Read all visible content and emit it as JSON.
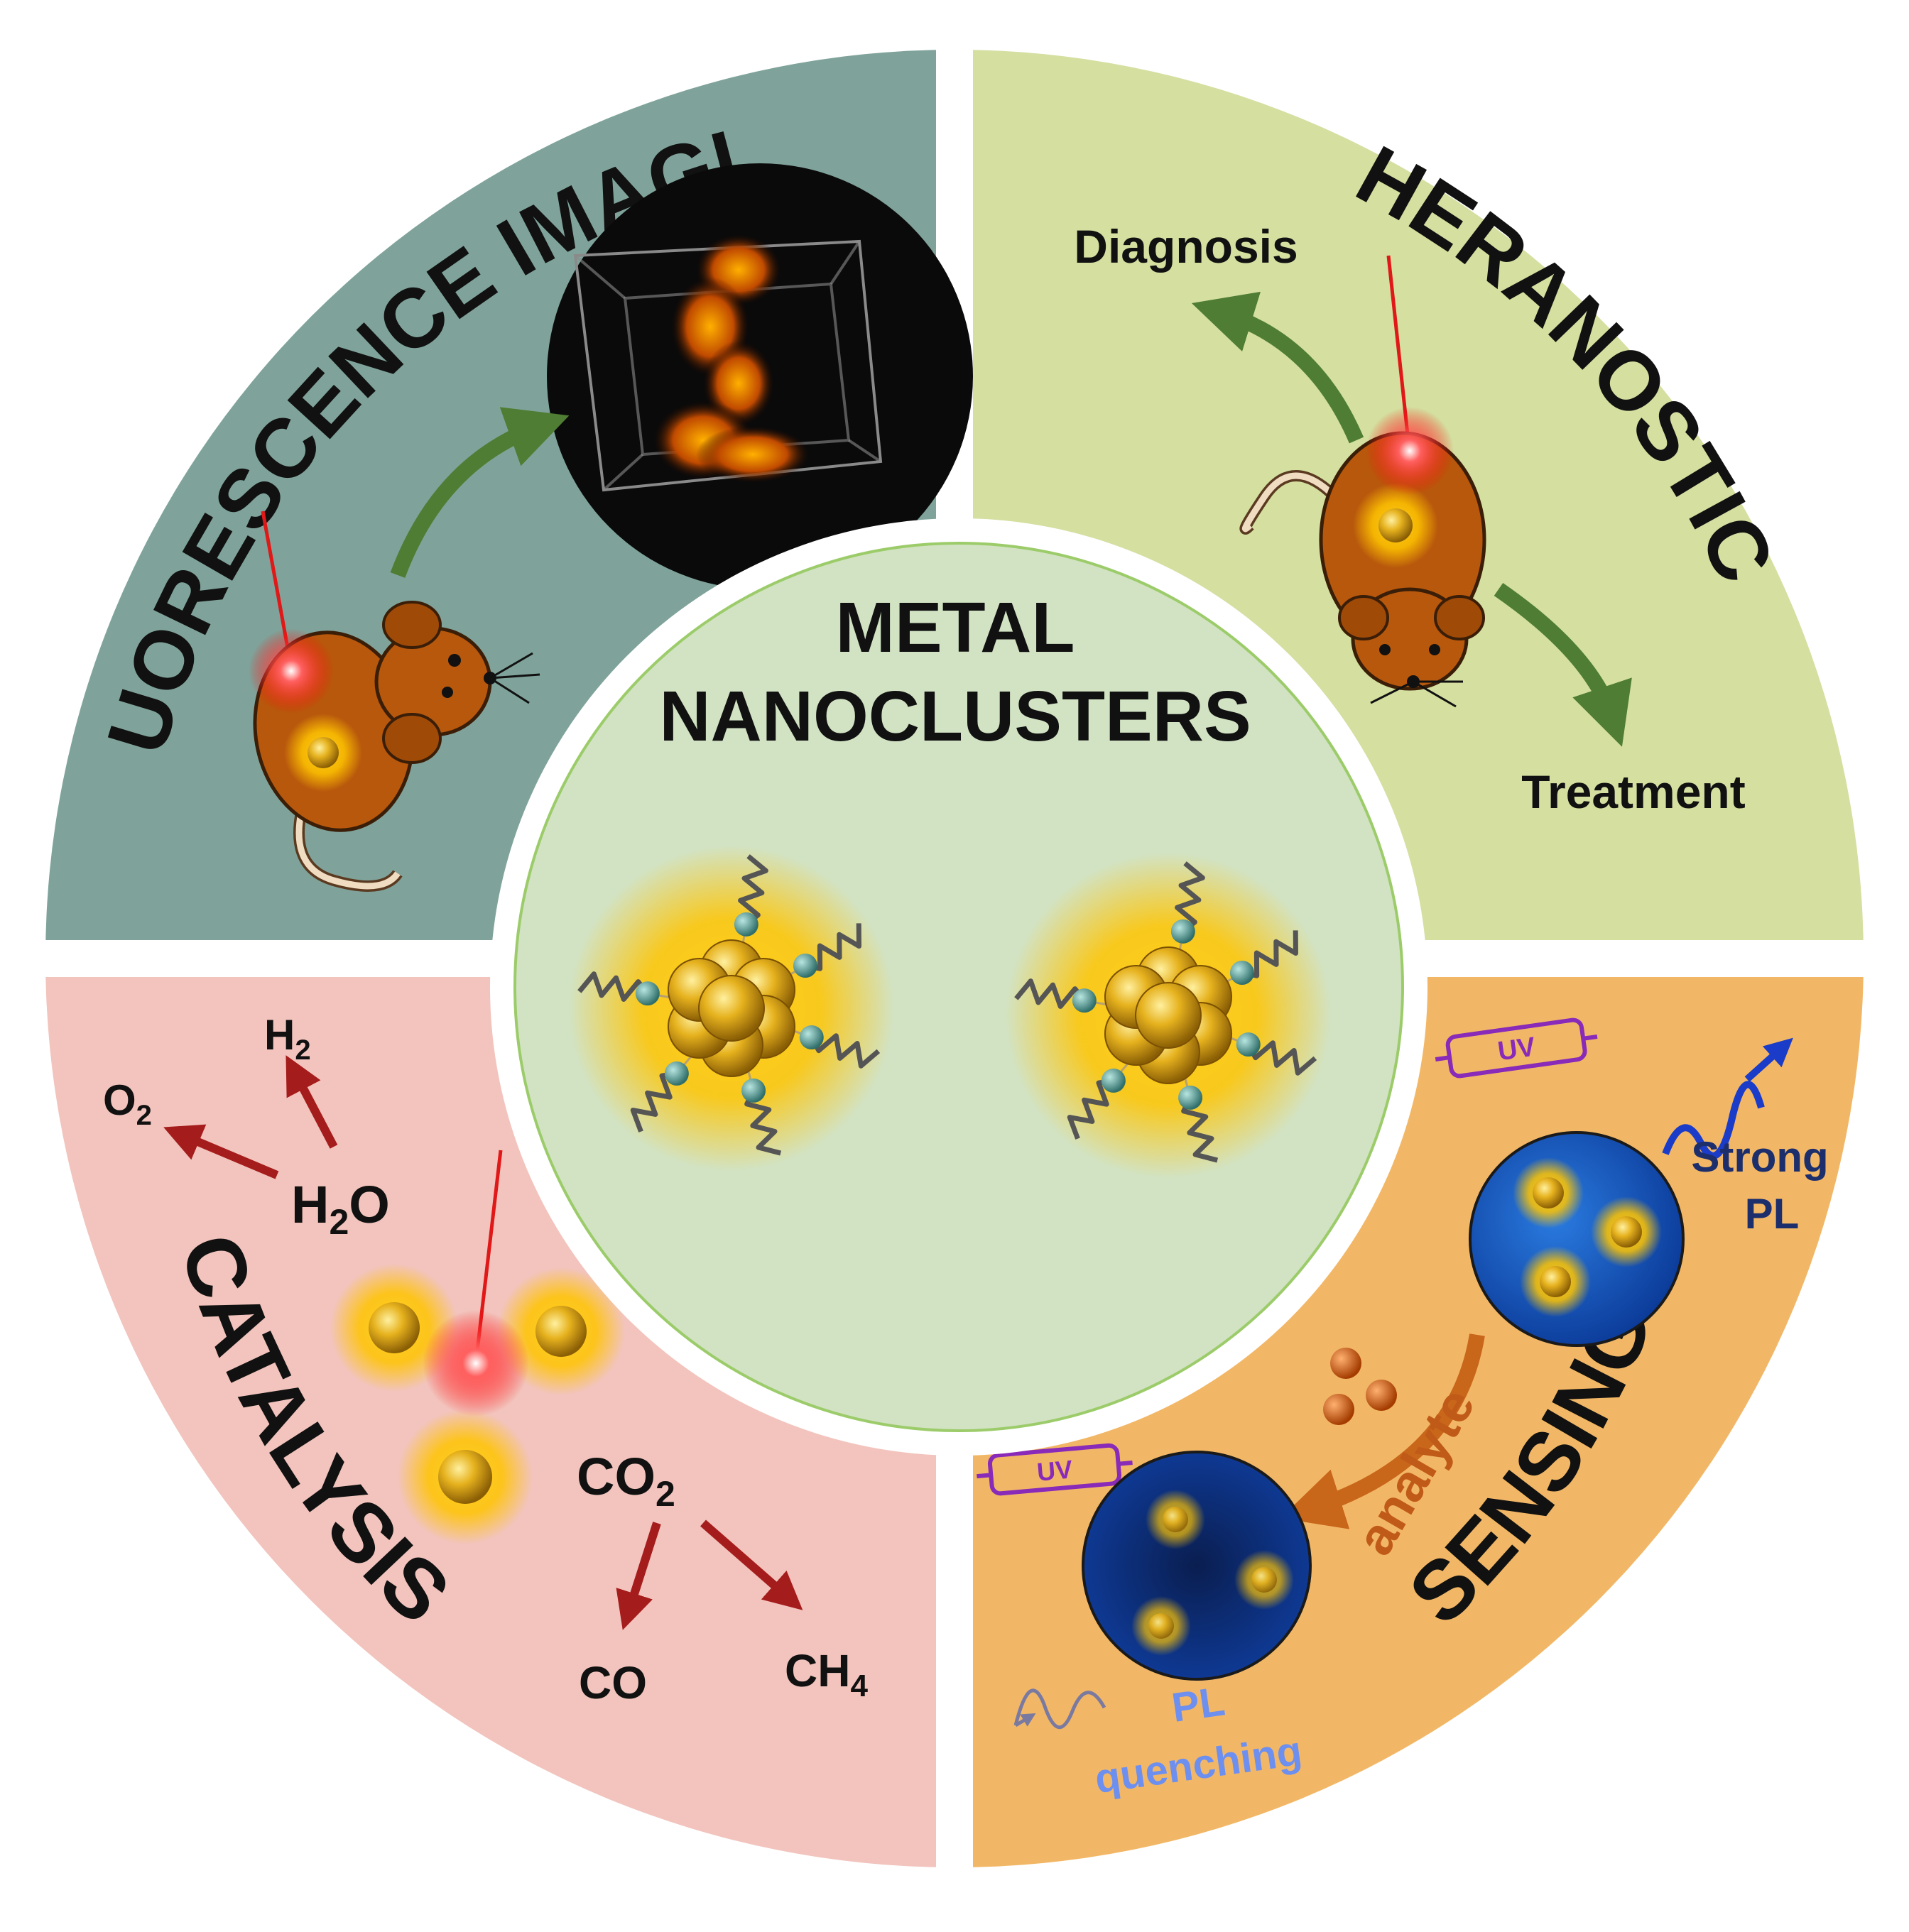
{
  "center": {
    "title_line1": "METAL",
    "title_line2": "NANOCLUSTERS"
  },
  "quadrants": {
    "fluorescence": {
      "title": "FLUORESCENCE IMAGING"
    },
    "theranostics": {
      "title": "THERANOSTICS",
      "diagnosis": "Diagnosis",
      "treatment": "Treatment"
    },
    "catalysis": {
      "title": "CATALYSIS",
      "h2": "H",
      "h2_sub": "2",
      "o2": "O",
      "o2_sub": "2",
      "h2o_a": "H",
      "h2o_sub": "2",
      "h2o_b": "O",
      "co2": "CO",
      "co2_sub": "2",
      "co": "CO",
      "ch4": "CH",
      "ch4_sub": "4"
    },
    "sensing": {
      "title": "SENSING",
      "uv_top": "UV",
      "uv_bottom": "UV",
      "strong": "Strong",
      "pl": "PL",
      "analyte": "analyte",
      "pl_quench_1": "PL",
      "pl_quench_2": "quenching"
    }
  },
  "colors": {
    "fluorescence_bg": "#7fa39a",
    "theranostics_bg": "#d4dfa0",
    "catalysis_bg": "#f2c4bd",
    "sensing_bg": "#f2b766",
    "center_bg": "#d2e3c4",
    "gold": "#e0a818",
    "laser": "#e01818",
    "arrow_green": "#4e7d33",
    "arrow_red": "#a51c1c",
    "arrow_orange": "#c8661a",
    "pl_blue": "#1a3cc8",
    "quench_blue": "#6c8ff0"
  }
}
